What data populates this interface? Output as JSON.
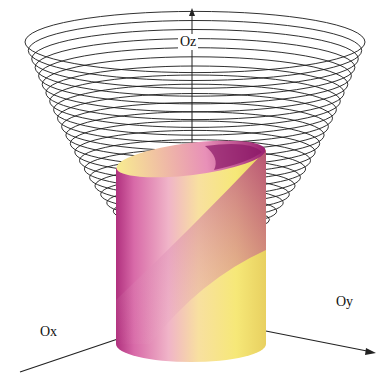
{
  "diagram": {
    "labels": [
      "Oz",
      "Ox",
      "Oy"
    ]
  }
}
